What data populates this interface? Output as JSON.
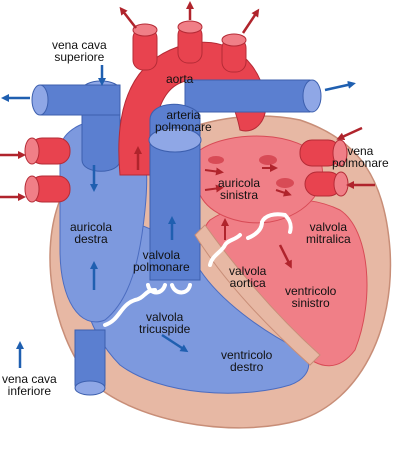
{
  "colors": {
    "oxygenated": "#e8434f",
    "oxygenated_light": "#f07f87",
    "deoxygenated": "#5b7fd0",
    "deoxygenated_light": "#8fa7e6",
    "wall": "#e7b8a4",
    "valve": "#ffffff",
    "arrow_red": "#b0242c",
    "arrow_blue": "#1f5fb0"
  },
  "labels": {
    "vena_cava_superiore": {
      "line1": "vena cava",
      "line2": "superiore"
    },
    "aorta": {
      "line1": "aorta"
    },
    "arteria_polmonare": {
      "line1": "arteria",
      "line2": "polmonare"
    },
    "vena_polmonare": {
      "line1": "vena",
      "line2": "polmonare"
    },
    "auricola_sinistra": {
      "line1": "auricola",
      "line2": "sinistra"
    },
    "auricola_destra": {
      "line1": "auricola",
      "line2": "destra"
    },
    "valvola_mitralica": {
      "line1": "valvola",
      "line2": "mitralica"
    },
    "valvola_polmonare": {
      "line1": "valvola",
      "line2": "polmonare"
    },
    "valvola_aortica": {
      "line1": "valvola",
      "line2": "aortica"
    },
    "ventricolo_sinistro": {
      "line1": "ventricolo",
      "line2": "sinistro"
    },
    "valvola_tricuspide": {
      "line1": "valvola",
      "line2": "tricuspide"
    },
    "ventricolo_destro": {
      "line1": "ventricolo",
      "line2": "destro"
    },
    "vena_cava_inferiore": {
      "line1": "vena cava",
      "line2": "inferiore"
    }
  }
}
